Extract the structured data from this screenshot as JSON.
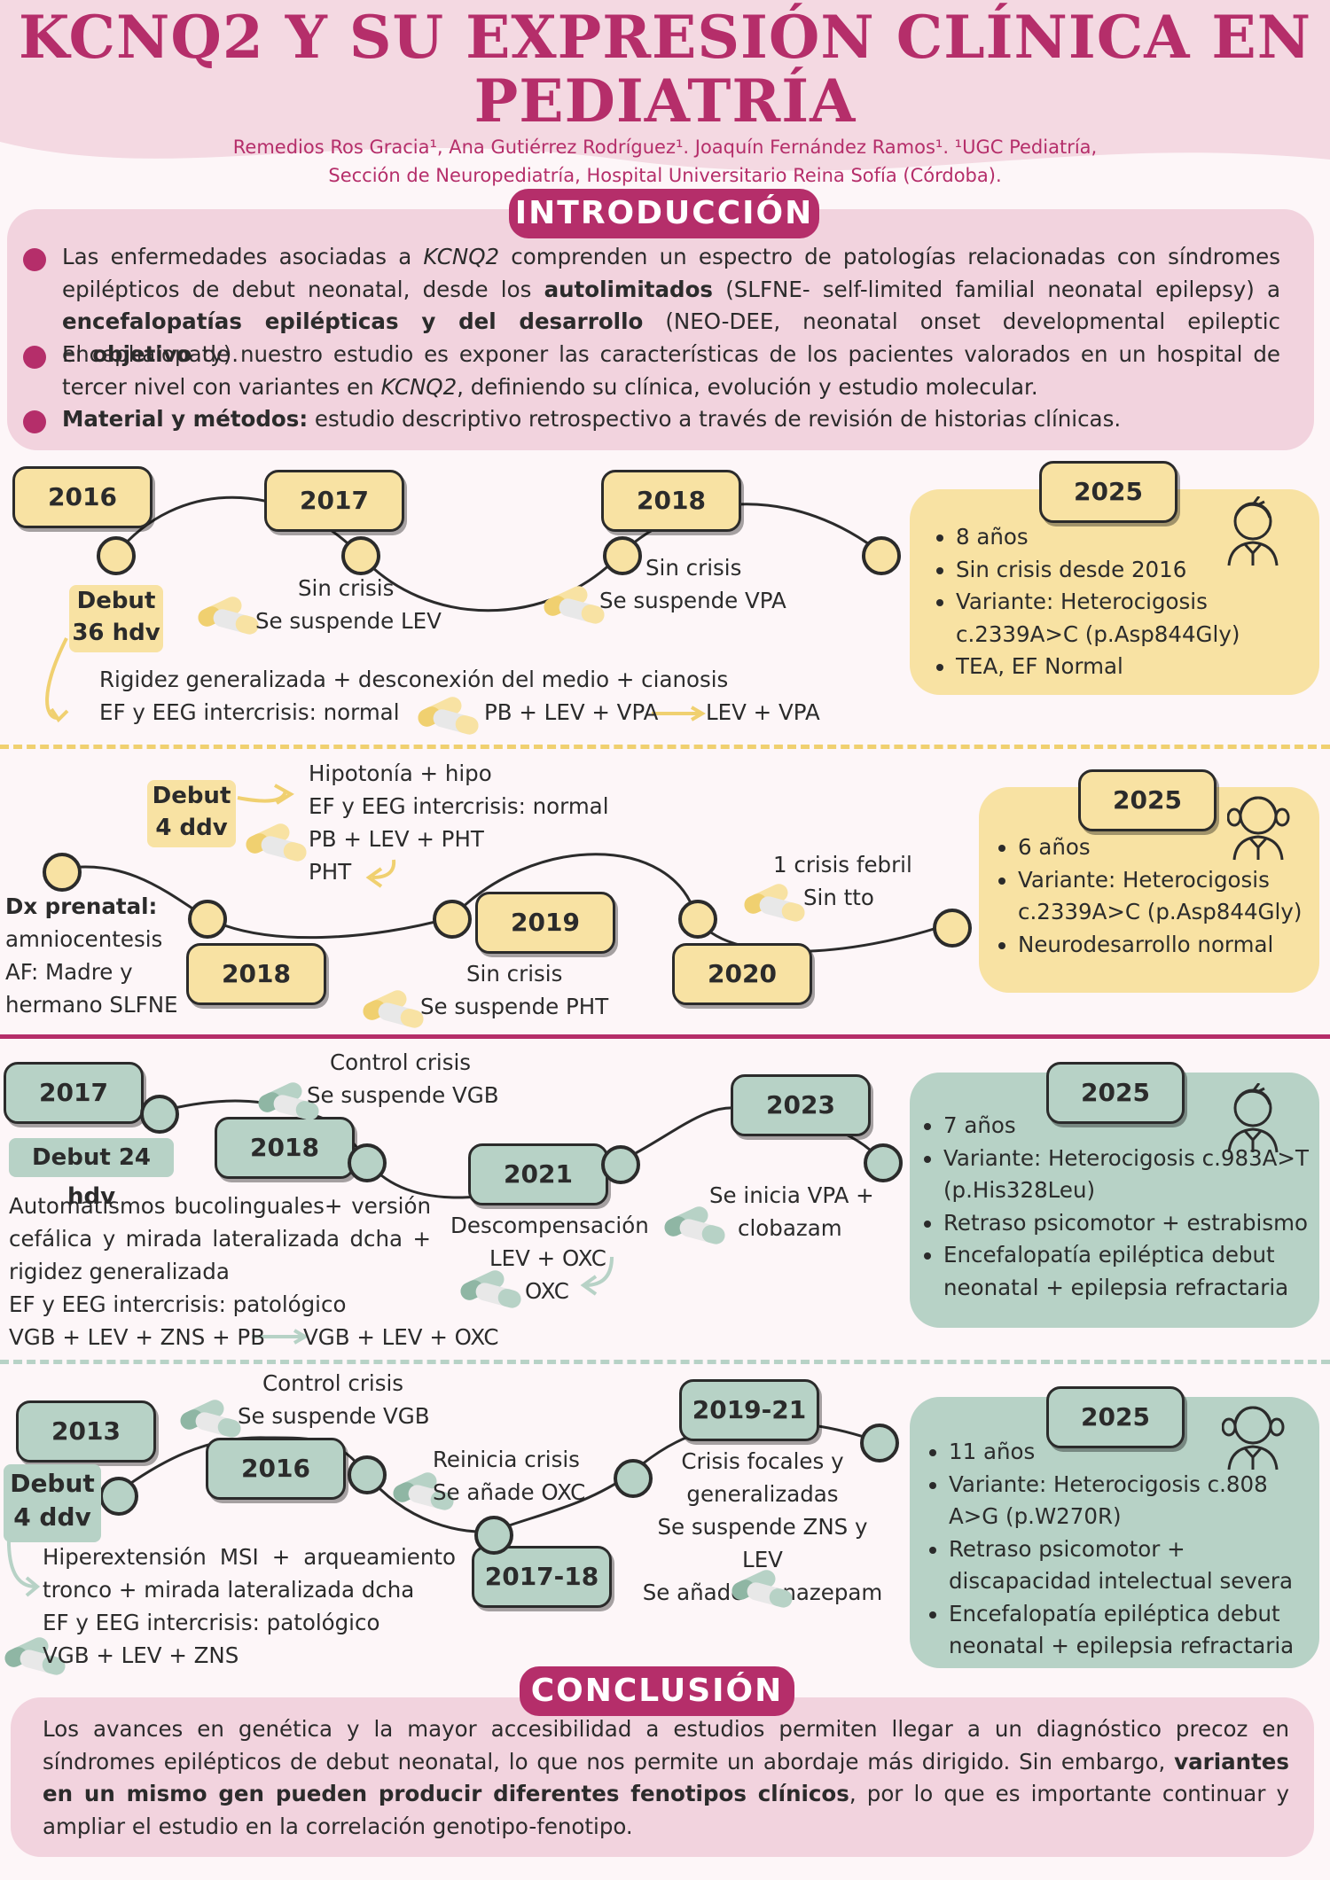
{
  "header": {
    "title_line1": "KCNQ2 Y SU EXPRESIÓN CLÍNICA EN",
    "title_line2": "PEDIATRÍA",
    "authors_line1": "Remedios Ros Gracia¹, Ana Gutiérrez Rodríguez¹. Joaquín Fernández Ramos¹. ¹UGC Pediatría,",
    "authors_line2": "Sección de Neuropediatría, Hospital Universitario Reina Sofía (Córdoba)."
  },
  "intro": {
    "heading": "INTRODUCCIÓN",
    "p1": {
      "a": "Las enfermedades asociadas a ",
      "b": "KCNQ2",
      "c": " comprenden un espectro de patologías relacionadas con síndromes epilépticos de debut neonatal, desde los ",
      "d": "autolimitados",
      "e": " (SLFNE- self-limited familial neonatal epilepsy) a ",
      "f": "encefalopatías epilépticas y del desarrollo",
      "g": " (NEO-DEE, neonatal onset developmental epileptic encephalopaty)."
    },
    "p2": {
      "a": "El ",
      "b": "objetivo",
      "c": " de nuestro estudio es exponer las características de los pacientes valorados en un hospital de tercer nivel con variantes en ",
      "d": "KCNQ2",
      "e": ", definiendo su clínica, evolución y estudio molecular."
    },
    "p3": {
      "a": "Material y métodos:",
      "b": " estudio descriptivo retrospectivo a través de revisión de historias clínicas."
    }
  },
  "case1": {
    "years": [
      "2016",
      "2017",
      "2018"
    ],
    "debut_l1": "Debut",
    "debut_l2": "36 hdv",
    "y2017_l1": "Sin crisis",
    "y2017_l2": "Se suspende LEV",
    "y2018_l1": "Sin crisis",
    "y2018_l2": "Se suspende VPA",
    "onset_l1": "Rigidez generalizada + desconexión del medio + cianosis",
    "onset_l2a": "EF y EEG intercrisis: normal",
    "onset_l2b": "PB + LEV + VPA",
    "onset_l2c": "LEV + VPA",
    "summary_year": "2025",
    "summary": [
      "8 años",
      "Sin crisis desde 2016",
      "Variante:       Heterocigosis c.2339A>C (p.Asp844Gly)",
      "TEA, EF Normal"
    ]
  },
  "case2": {
    "years": [
      "2018",
      "2019",
      "2020"
    ],
    "debut_l1": "Debut",
    "debut_l2": "4 ddv",
    "onset": [
      "Hipotonía + hipo",
      "EF y EEG intercrisis: normal",
      "PB + LEV + PHT",
      "PHT"
    ],
    "dx_label": "Dx prenatal:",
    "dx": [
      "amniocentesis",
      "AF: Madre y",
      "hermano  SLFNE"
    ],
    "y2019_l1": "Sin crisis",
    "y2019_l2": "Se suspende PHT",
    "y2020_l1": "1 crisis febril",
    "y2020_l2": "Sin tto",
    "summary_year": "2025",
    "summary": [
      "6 años",
      "Variante: Heterocigosis c.2339A>C (p.Asp844Gly)",
      "Neurodesarrollo normal"
    ]
  },
  "case3": {
    "years": [
      "2017",
      "2018",
      "2021",
      "2023"
    ],
    "debut": "Debut 24 hdv",
    "y2018_l1": "Control crisis",
    "y2018_l2": "Se suspende VGB",
    "y2021_l1": "Descompensación",
    "y2021_l2": "LEV + OXC",
    "y2021_l3": "OXC",
    "y2023_l1": "Se inicia VPA +",
    "y2023_l2": "clobazam",
    "onset": [
      "Automatismos bucolinguales+ versión cefálica y mirada  lateralizada dcha + rigidez generalizada",
      "EF y EEG intercrisis: patológico"
    ],
    "onset_ta": "VGB + LEV + ZNS + PB",
    "onset_tb": "VGB + LEV + OXC",
    "summary_year": "2025",
    "summary": [
      "7 años",
      "Variante: Heterocigosis c.983A>T (p.His328Leu)",
      "Retraso psicomotor + estrabismo",
      "Encefalopatía epiléptica debut neonatal + epilepsia refractaria"
    ]
  },
  "case4": {
    "years": [
      "2013",
      "2016",
      "2017-18",
      "2019-21"
    ],
    "debut_l1": "Debut",
    "debut_l2": "4 ddv",
    "y2016_l1": "Control crisis",
    "y2016_l2": "Se suspende VGB",
    "y1718_l1": "Reinicia crisis",
    "y1718_l2": "Se añade OXC",
    "y1921": [
      "Crisis focales y",
      "generalizadas",
      "Se suspende ZNS y LEV",
      "Se añade clonazepam"
    ],
    "onset": [
      "Hiperextensión MSI + arqueamiento tronco + mirada lateralizada dcha",
      "EF y EEG intercrisis: patológico",
      "VGB + LEV + ZNS"
    ],
    "summary_year": "2025",
    "summary": [
      "11 años",
      "Variante: Heterocigosis c.808 A>G (p.W270R)",
      "Retraso psicomotor + discapacidad intelectual severa",
      "Encefalopatía epiléptica debut neonatal + epilepsia refractaria"
    ]
  },
  "conclusion": {
    "heading": "CONCLUSIÓN",
    "a": "Los avances en genética y la mayor accesibilidad a estudios permiten llegar a un diagnóstico precoz en síndromes epilépticos de debut neonatal, lo que nos permite un abordaje más dirigido. Sin embargo, ",
    "b": "variantes en un mismo gen pueden producir diferentes fenotipos clínicos",
    "c": ", por lo que es importante continuar y ampliar el estudio en la correlación genotipo-fenotipo."
  },
  "colors": {
    "magenta": "#b52e6a",
    "yellow": "#f8e2a3",
    "green": "#b7d2c6",
    "pink": "#f2d3de"
  },
  "icons": [
    "pill-icon",
    "boy-icon",
    "girl-icon",
    "arrow-icon"
  ]
}
